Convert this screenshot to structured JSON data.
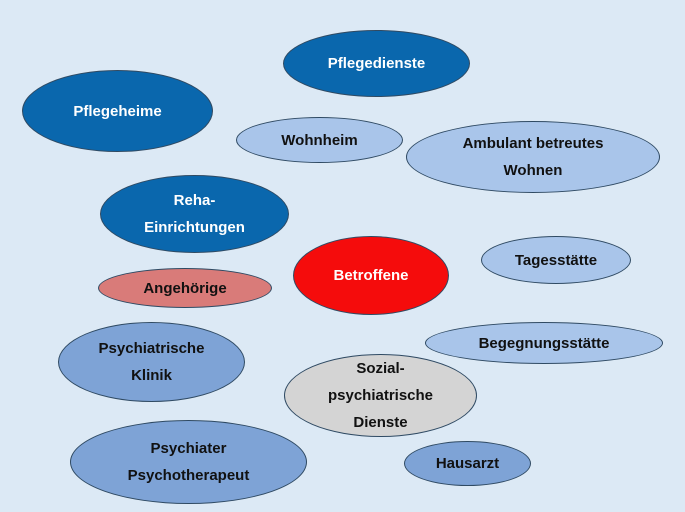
{
  "nodes": {
    "pflegedienste": {
      "lines": [
        "Pflegedienste"
      ]
    },
    "pflegeheime": {
      "lines": [
        "Pflegeheime"
      ]
    },
    "wohnheim": {
      "lines": [
        "Wohnheim"
      ]
    },
    "ambulant": {
      "lines": [
        "Ambulant betreutes",
        "Wohnen"
      ]
    },
    "reha": {
      "lines": [
        "Reha-",
        "Einrichtungen"
      ]
    },
    "angehoerige": {
      "lines": [
        "Angehörige"
      ]
    },
    "betroffene": {
      "lines": [
        "Betroffene"
      ]
    },
    "tagesstaette": {
      "lines": [
        "Tagesstätte"
      ]
    },
    "begegnungsstaette": {
      "lines": [
        "Begegnungsstätte"
      ]
    },
    "klinik": {
      "lines": [
        "Psychiatrische",
        "Klinik"
      ]
    },
    "sozial": {
      "lines": [
        "Sozial-",
        "psychiatrische",
        "Dienste"
      ]
    },
    "psychiater": {
      "lines": [
        "Psychiater",
        "Psychotherapeut"
      ]
    },
    "hausarzt": {
      "lines": [
        "Hausarzt"
      ]
    }
  },
  "colors": {
    "background": "#dce9f5",
    "dark_blue": "#0a67ad",
    "light_blue": "#a9c5ea",
    "mid_blue": "#7ea3d6",
    "rose": "#d97b79",
    "red": "#f50c0c",
    "grey": "#d4d4d4"
  }
}
